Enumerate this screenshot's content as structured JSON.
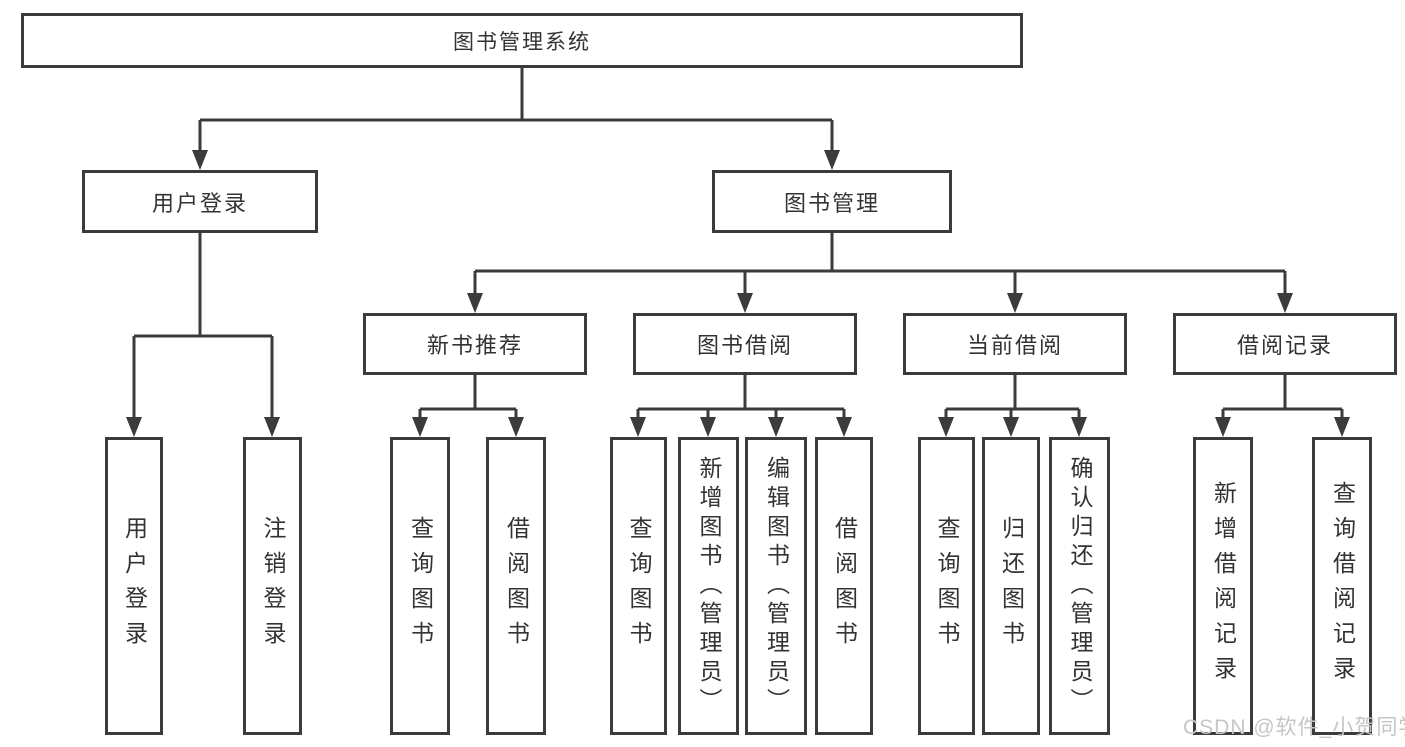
{
  "diagram_type": "hierarchy-tree",
  "colors": {
    "line": "#3b3b3b",
    "box_border": "#3b3b3b",
    "text": "#333333",
    "background": "#ffffff",
    "watermark_text_color": "#c6c6c6"
  },
  "watermark": "CSDN @软件_小贺同学",
  "tree": {
    "label": "图书管理系统",
    "children": [
      {
        "label": "用户登录",
        "children": [
          {
            "label": "用户登录"
          },
          {
            "label": "注销登录"
          }
        ]
      },
      {
        "label": "图书管理",
        "children": [
          {
            "label": "新书推荐",
            "children": [
              {
                "label": "查询图书"
              },
              {
                "label": "借阅图书"
              }
            ]
          },
          {
            "label": "图书借阅",
            "children": [
              {
                "label": "查询图书"
              },
              {
                "label": "新增图书（管理员）"
              },
              {
                "label": "编辑图书（管理员）"
              },
              {
                "label": "借阅图书"
              }
            ]
          },
          {
            "label": "当前借阅",
            "children": [
              {
                "label": "查询图书"
              },
              {
                "label": "归还图书"
              },
              {
                "label": "确认归还（管理员）"
              }
            ]
          },
          {
            "label": "借阅记录",
            "children": [
              {
                "label": "新增借阅记录"
              },
              {
                "label": "查询借阅记录"
              }
            ]
          }
        ]
      }
    ]
  }
}
